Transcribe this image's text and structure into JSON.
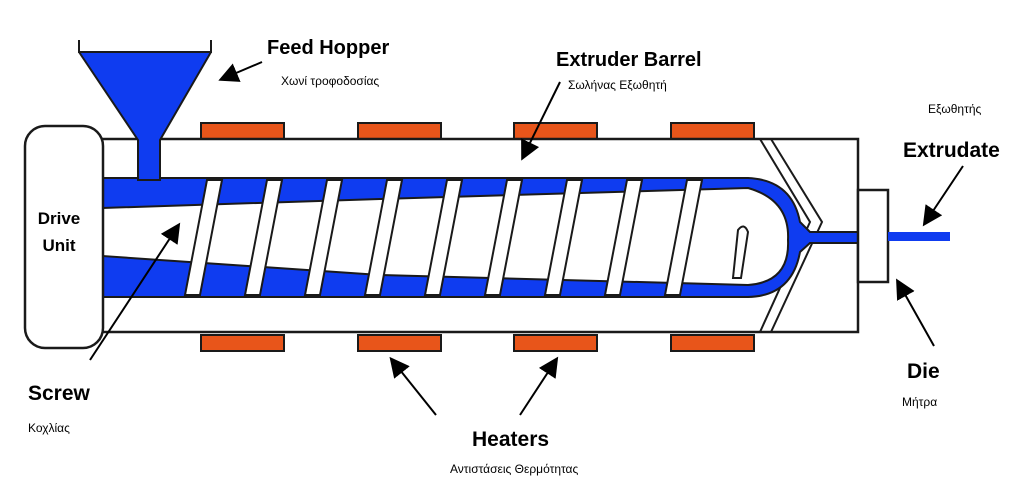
{
  "labels": {
    "feed_hopper": "Feed Hopper",
    "feed_hopper_gr": "Χωνί τροφοδοσίας",
    "extruder_barrel": "Extruder Barrel",
    "extruder_barrel_gr": "Σωλήνας Εξωθητή",
    "extrudate_gr": "Εξωθητής",
    "extrudate": "Extrudate",
    "drive_unit_line1": "Drive",
    "drive_unit_line2": "Unit",
    "screw": "Screw",
    "screw_gr": "Κοχλίας",
    "heaters": "Heaters",
    "heaters_gr": "Αντιστάσεις Θερμότητας",
    "die": "Die",
    "die_gr": "Μήτρα"
  },
  "colors": {
    "polymer_blue": "#0f3cf0",
    "heater_orange": "#e8551a",
    "outline": "#1a1a1a",
    "background": "#ffffff"
  }
}
